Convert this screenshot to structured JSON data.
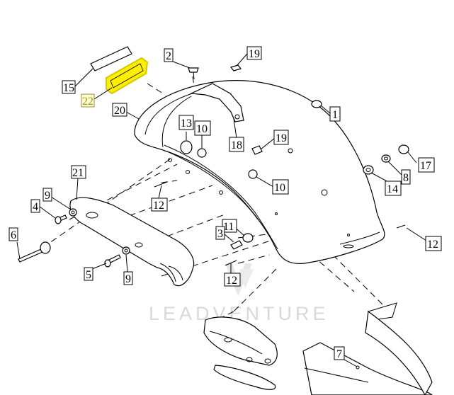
{
  "diagram": {
    "callouts": [
      {
        "id": "c1",
        "label": "1"
      },
      {
        "id": "c2",
        "label": "2"
      },
      {
        "id": "c3",
        "label": "3"
      },
      {
        "id": "c4",
        "label": "4"
      },
      {
        "id": "c5",
        "label": "5"
      },
      {
        "id": "c6",
        "label": "6"
      },
      {
        "id": "c7",
        "label": "7"
      },
      {
        "id": "c8",
        "label": "8"
      },
      {
        "id": "c9a",
        "label": "9"
      },
      {
        "id": "c9b",
        "label": "9"
      },
      {
        "id": "c10a",
        "label": "10"
      },
      {
        "id": "c10b",
        "label": "10"
      },
      {
        "id": "c11",
        "label": "11"
      },
      {
        "id": "c12a",
        "label": "12"
      },
      {
        "id": "c12b",
        "label": "12"
      },
      {
        "id": "c12c",
        "label": "12"
      },
      {
        "id": "c13",
        "label": "13"
      },
      {
        "id": "c14",
        "label": "14"
      },
      {
        "id": "c15",
        "label": "15"
      },
      {
        "id": "c17",
        "label": "17"
      },
      {
        "id": "c18",
        "label": "18"
      },
      {
        "id": "c19a",
        "label": "19"
      },
      {
        "id": "c19b",
        "label": "19"
      },
      {
        "id": "c20",
        "label": "20"
      },
      {
        "id": "c21",
        "label": "21"
      },
      {
        "id": "c22",
        "label": "22"
      }
    ],
    "watermark": "LEADVENTURE",
    "colors": {
      "line": "#000000",
      "highlight_fill": "#ffee00",
      "highlight_stroke": "#d4c800",
      "highlight_label_box": "#ffffcc",
      "highlight_label_text": "#9a8f3a",
      "watermark": "#d8d8d8"
    }
  }
}
